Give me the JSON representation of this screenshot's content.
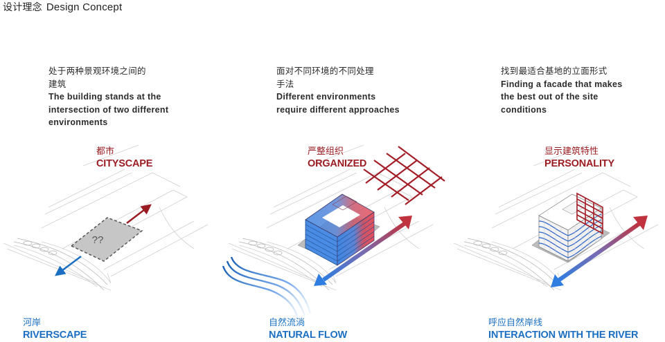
{
  "header": {
    "title_zh": "设计理念",
    "title_en": "Design Concept"
  },
  "panels": [
    {
      "id": "panel-1",
      "description_zh_line1": "处于两种景观环境之间的",
      "description_zh_line2": "建筑",
      "description_en_line1": "The building stands at the",
      "description_en_line2": "intersection of two different",
      "description_en_line3": "environments",
      "top_label_zh": "都市",
      "top_label_en": "CITYSCAPE",
      "bottom_label_zh": "河岸",
      "bottom_label_en": "RIVERSCAPE",
      "site_marker": "??"
    },
    {
      "id": "panel-2",
      "description_zh_line1": "面对不同环境的不同处理",
      "description_zh_line2": "手法",
      "description_en_line1": "Different environments",
      "description_en_line2": "require different approaches",
      "top_label_zh": "严整组织",
      "top_label_en": "ORGANIZED",
      "bottom_label_zh": "自然流淌",
      "bottom_label_en": "NATURAL FLOW"
    },
    {
      "id": "panel-3",
      "description_zh_line1": "找到最适合基地的立面形式",
      "description_en_line1": "Finding a facade that makes",
      "description_en_line2": "the best out of the site",
      "description_en_line3": "conditions",
      "top_label_zh": "显示建筑特性",
      "top_label_en": "PERSONALITY",
      "bottom_label_zh": "呼应自然岸线",
      "bottom_label_en": "INTERACTION WITH THE RIVER"
    }
  ],
  "colors": {
    "city_red": "#9b1c22",
    "river_blue": "#1a6fc2",
    "grid_red": "#a31d26",
    "building_blue": "#3f86e0",
    "building_red": "#e8505d",
    "site_gray": "#c6c6c6",
    "linework": "#c9c9c9"
  }
}
